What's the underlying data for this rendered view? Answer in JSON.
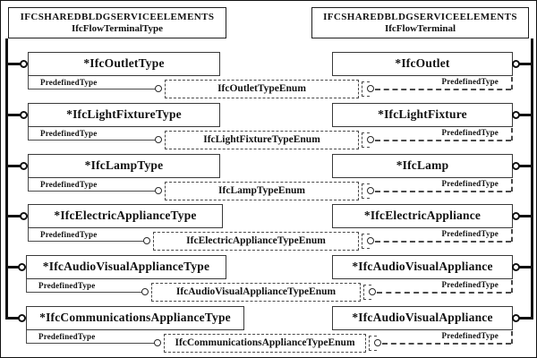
{
  "diagram_title": "EXPRESS-G diagram: IfcFlowTerminalType / IfcFlowTerminal",
  "headers": {
    "left": {
      "line1": "IFCSHAREDBLDGSERVICEELEMENTS",
      "line2": "IfcFlowTerminalType"
    },
    "right": {
      "line1": "IFCSHAREDBLDGSERVICEELEMENTS",
      "line2": "IfcFlowTerminal"
    }
  },
  "rows": [
    {
      "left": "*IfcOutletType",
      "left_attr": "PredefinedType",
      "enum": "IfcOutletTypeEnum",
      "right_attr": "PredefinedType",
      "right": "*IfcOutlet"
    },
    {
      "left": "*IfcLightFixtureType",
      "left_attr": "PredefinedType",
      "enum": "IfcLightFixtureTypeEnum",
      "right_attr": "PredefinedType",
      "right": "*IfcLightFixture"
    },
    {
      "left": "*IfcLampType",
      "left_attr": "PredefinedType",
      "enum": "IfcLampTypeEnum",
      "right_attr": "PredefinedType",
      "right": "*IfcLamp"
    },
    {
      "left": "*IfcElectricApplianceType",
      "left_attr": "PredefinedType",
      "enum": "IfcElectricApplianceTypeEnum",
      "right_attr": "PredefinedType",
      "right": "*IfcElectricAppliance"
    },
    {
      "left": "*IfcAudioVisualApplianceType",
      "left_attr": "PredefinedType",
      "enum": "IfcAudioVisualApplianceTypeEnum",
      "right_attr": "PredefinedType",
      "right": "*IfcAudioVisualAppliance"
    },
    {
      "left": "*IfcCommunicationsApplianceType",
      "left_attr": "PredefinedType",
      "enum": "IfcCommunicationsApplianceTypeEnum",
      "right_attr": "PredefinedType",
      "right": "*IfcAudioVisualAppliance"
    }
  ],
  "colors": {
    "background": "#ffffff",
    "line": "#111111",
    "dashed_line": "#4a4a4a",
    "text": "#101010"
  }
}
